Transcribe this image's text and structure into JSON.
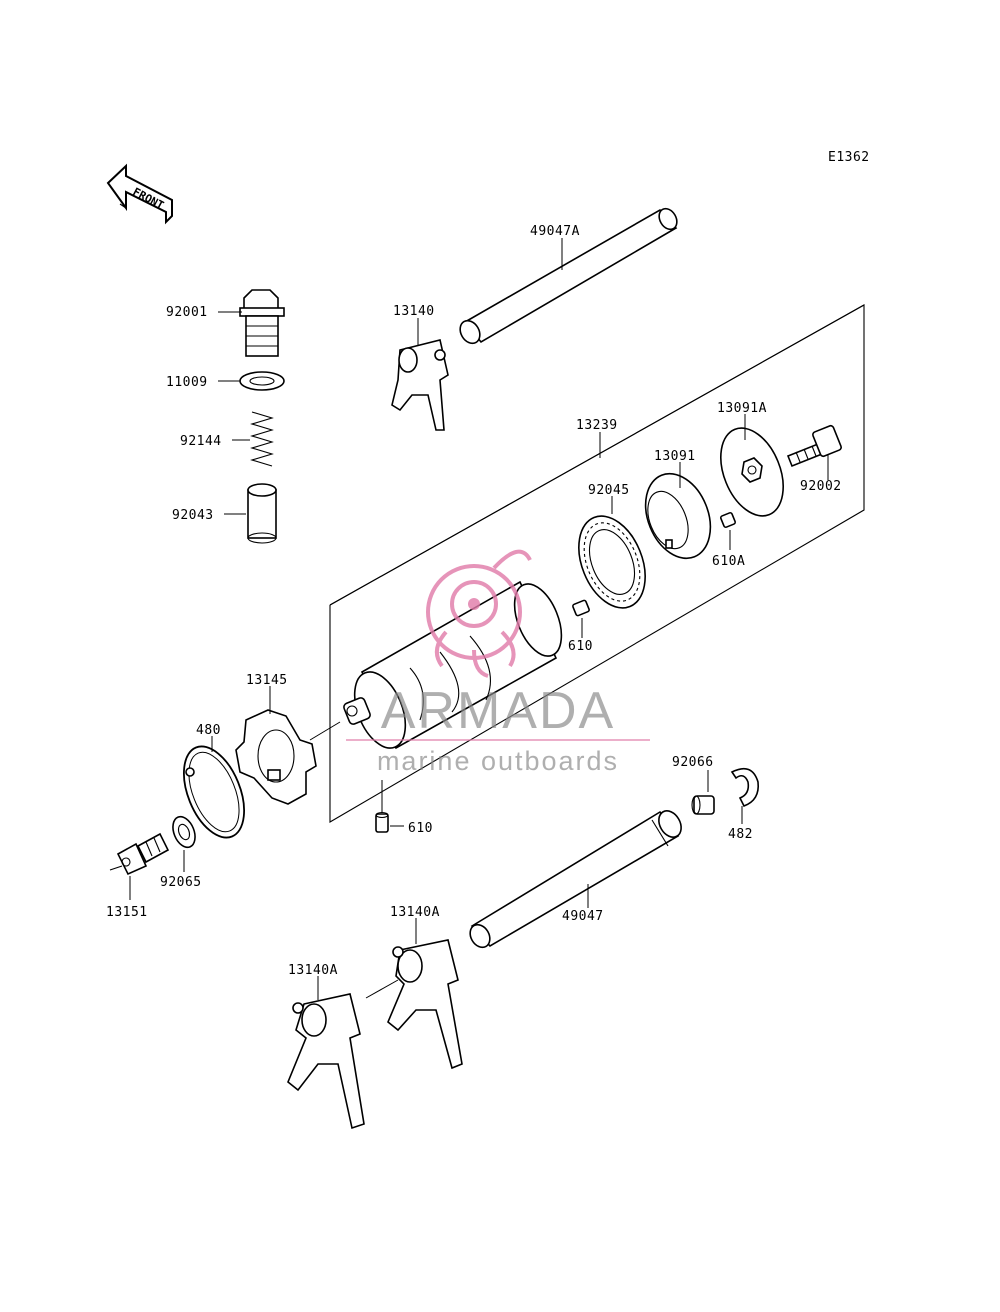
{
  "diagram": {
    "code": "E1362",
    "front_label": "FRONT"
  },
  "labels": {
    "p49047A": "49047A",
    "p13140": "13140",
    "p92001": "92001",
    "p11009": "11009",
    "p92144": "92144",
    "p92043": "92043",
    "p13239": "13239",
    "p13091A": "13091A",
    "p13091": "13091",
    "p92002": "92002",
    "p92045": "92045",
    "p610A": "610A",
    "p610_top": "610",
    "p13145": "13145",
    "p480": "480",
    "p610_bottom": "610",
    "p92066": "92066",
    "p482": "482",
    "p92065": "92065",
    "p13151": "13151",
    "p13140A_upper": "13140A",
    "p49047": "49047",
    "p13140A_lower": "13140A"
  },
  "watermark": {
    "brand": "ARMADA",
    "tagline": "marine outboards",
    "color": "#e07aa8"
  }
}
